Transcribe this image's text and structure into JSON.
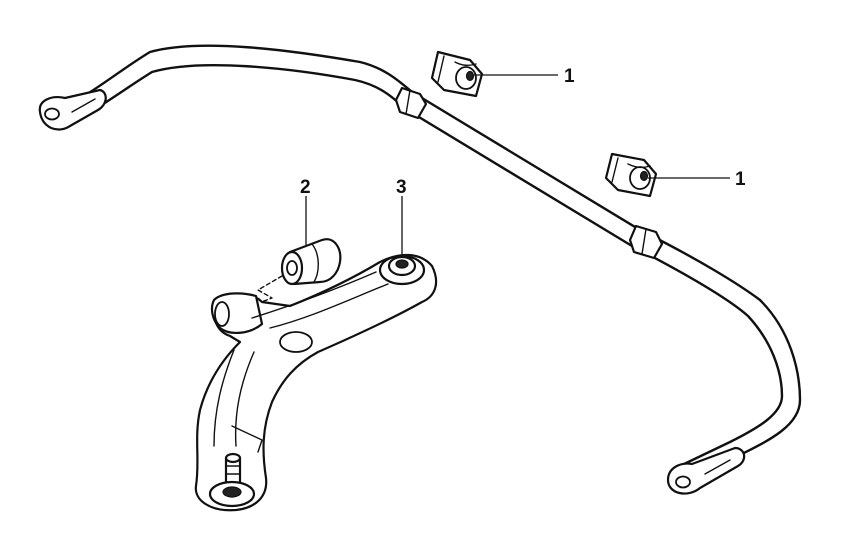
{
  "callouts": {
    "bushing_upper": "1",
    "bushing_lower": "1",
    "arm_bushing": "2",
    "ball_joint": "3"
  }
}
